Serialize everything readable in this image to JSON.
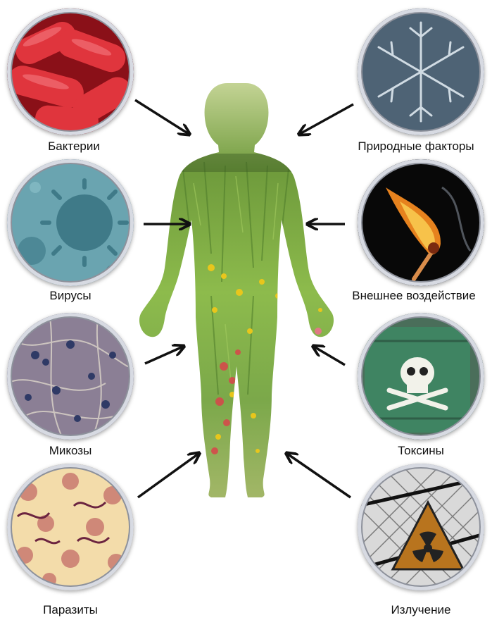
{
  "labels": {
    "bacteria": "Бактерии",
    "viruses": "Вирусы",
    "mycoses": "Микозы",
    "parasites": "Паразиты",
    "natural": "Природные факторы",
    "external": "Внешнее воздействие",
    "toxins": "Токсины",
    "radiation": "Излучение"
  },
  "colors": {
    "bacteria": "#c0202a",
    "viruses": "#5d97a4",
    "mycoses": "#7a6b85",
    "parasites": "#f1d9a6",
    "natural": "#5d6f80",
    "external": "#0c0c0c",
    "toxins": "#4f8a6a",
    "radiation": "#c8c8c8",
    "figure": "#7fae4a"
  }
}
